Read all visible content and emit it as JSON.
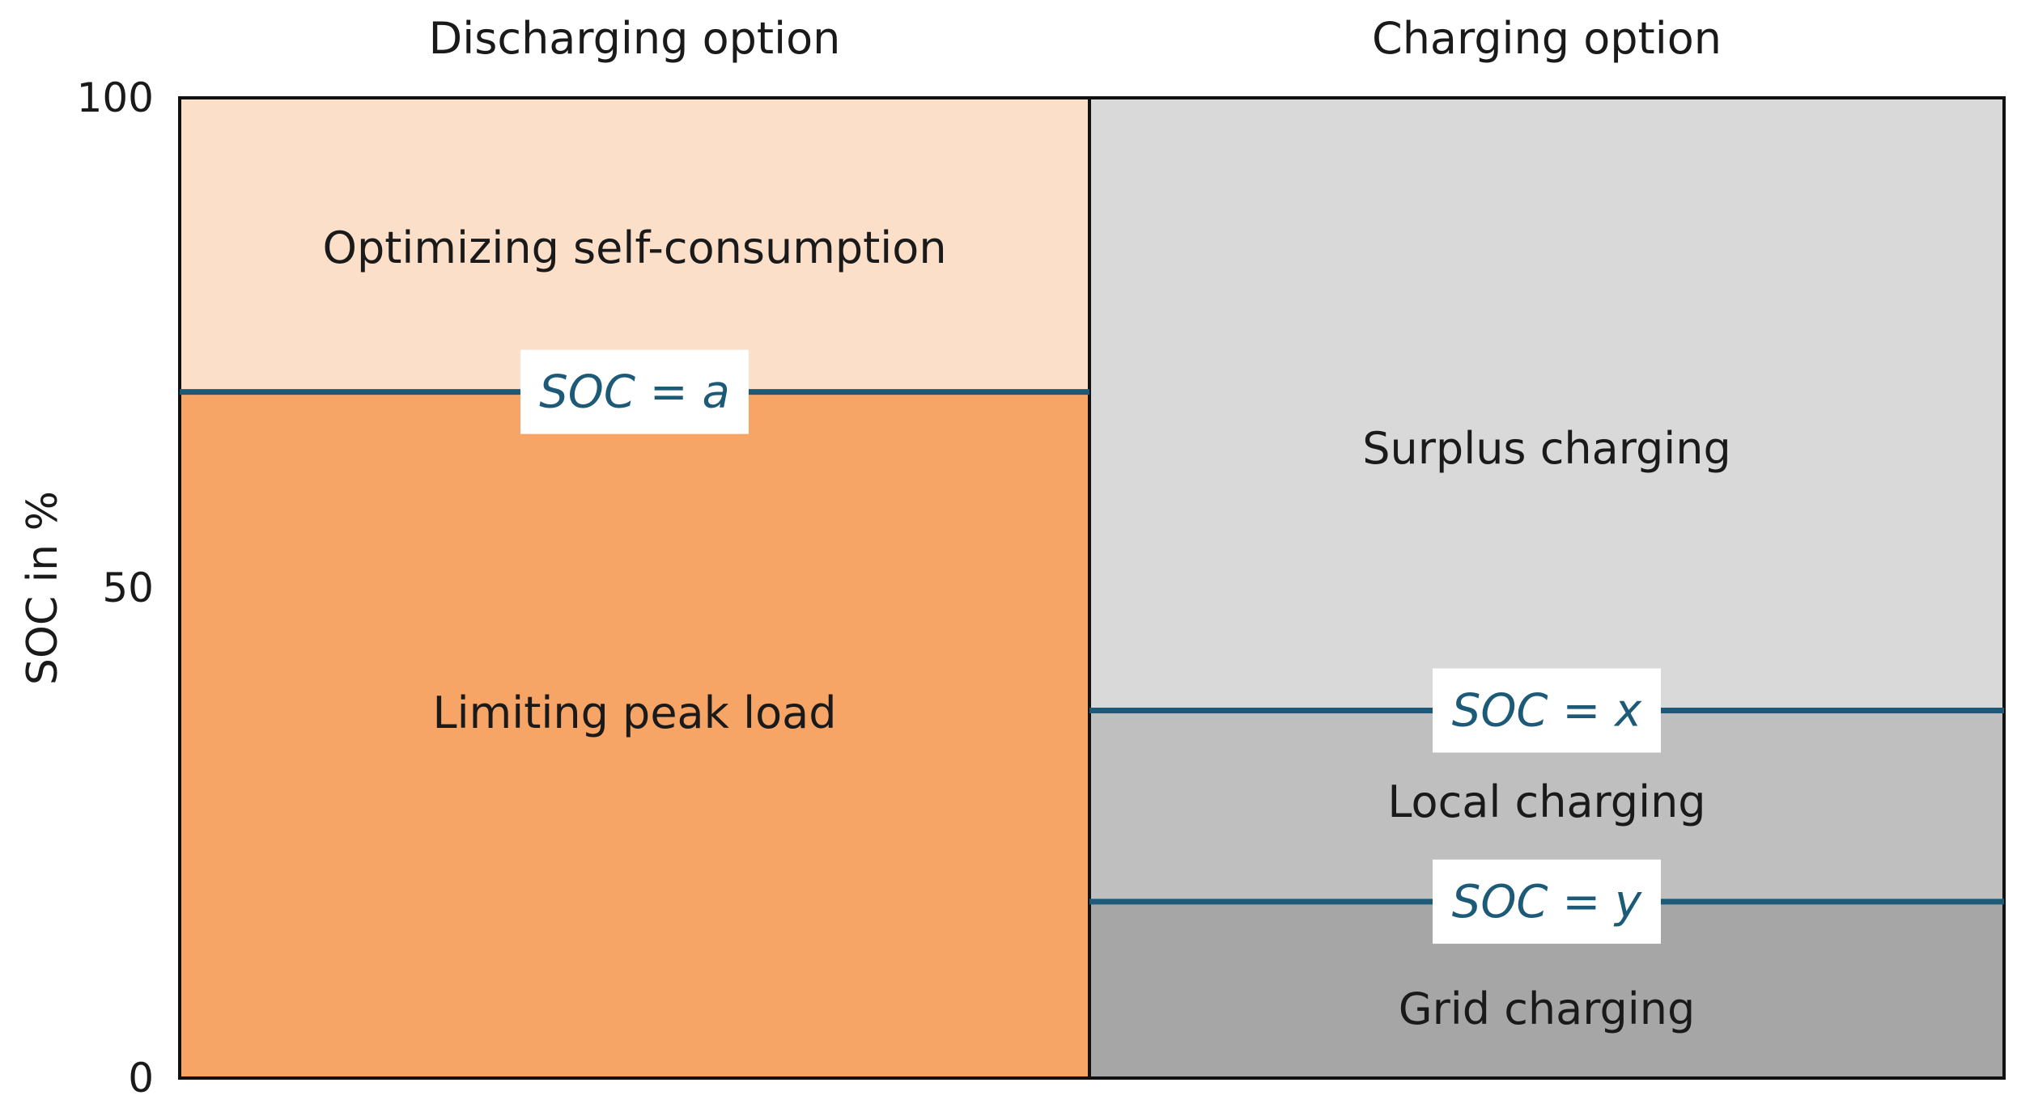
{
  "colors": {
    "self_consumption": "#fcdfc8",
    "peak_load": "#f7a567",
    "surplus": "#d9d9d9",
    "local": "#bfbfbf",
    "grid": "#a6a6a6",
    "threshold_line": "#1d5a78",
    "threshold_text": "#1d5a78",
    "border": "#111111"
  },
  "axis": {
    "ylabel": "SOC in %",
    "ticks": [
      "100",
      "50",
      "0"
    ],
    "tick_values": [
      100,
      50,
      0
    ],
    "ylim": [
      0,
      100
    ]
  },
  "columns": {
    "discharging": {
      "header": "Discharging option",
      "regions": [
        {
          "label": "Optimizing self-consumption",
          "from": 70,
          "to": 100,
          "color_key": "self_consumption"
        },
        {
          "label": "Limiting peak load",
          "from": 0,
          "to": 70,
          "color_key": "peak_load"
        }
      ],
      "thresholds": [
        {
          "label": "SOC = a",
          "value": 70
        }
      ]
    },
    "charging": {
      "header": "Charging option",
      "regions": [
        {
          "label": "Surplus charging",
          "from": 37.5,
          "to": 100,
          "color_key": "surplus"
        },
        {
          "label": "Local charging",
          "from": 18,
          "to": 37.5,
          "color_key": "local"
        },
        {
          "label": "Grid charging",
          "from": 0,
          "to": 18,
          "color_key": "grid"
        }
      ],
      "thresholds": [
        {
          "label": "SOC = x",
          "value": 37.5
        },
        {
          "label": "SOC = y",
          "value": 18
        }
      ]
    }
  }
}
